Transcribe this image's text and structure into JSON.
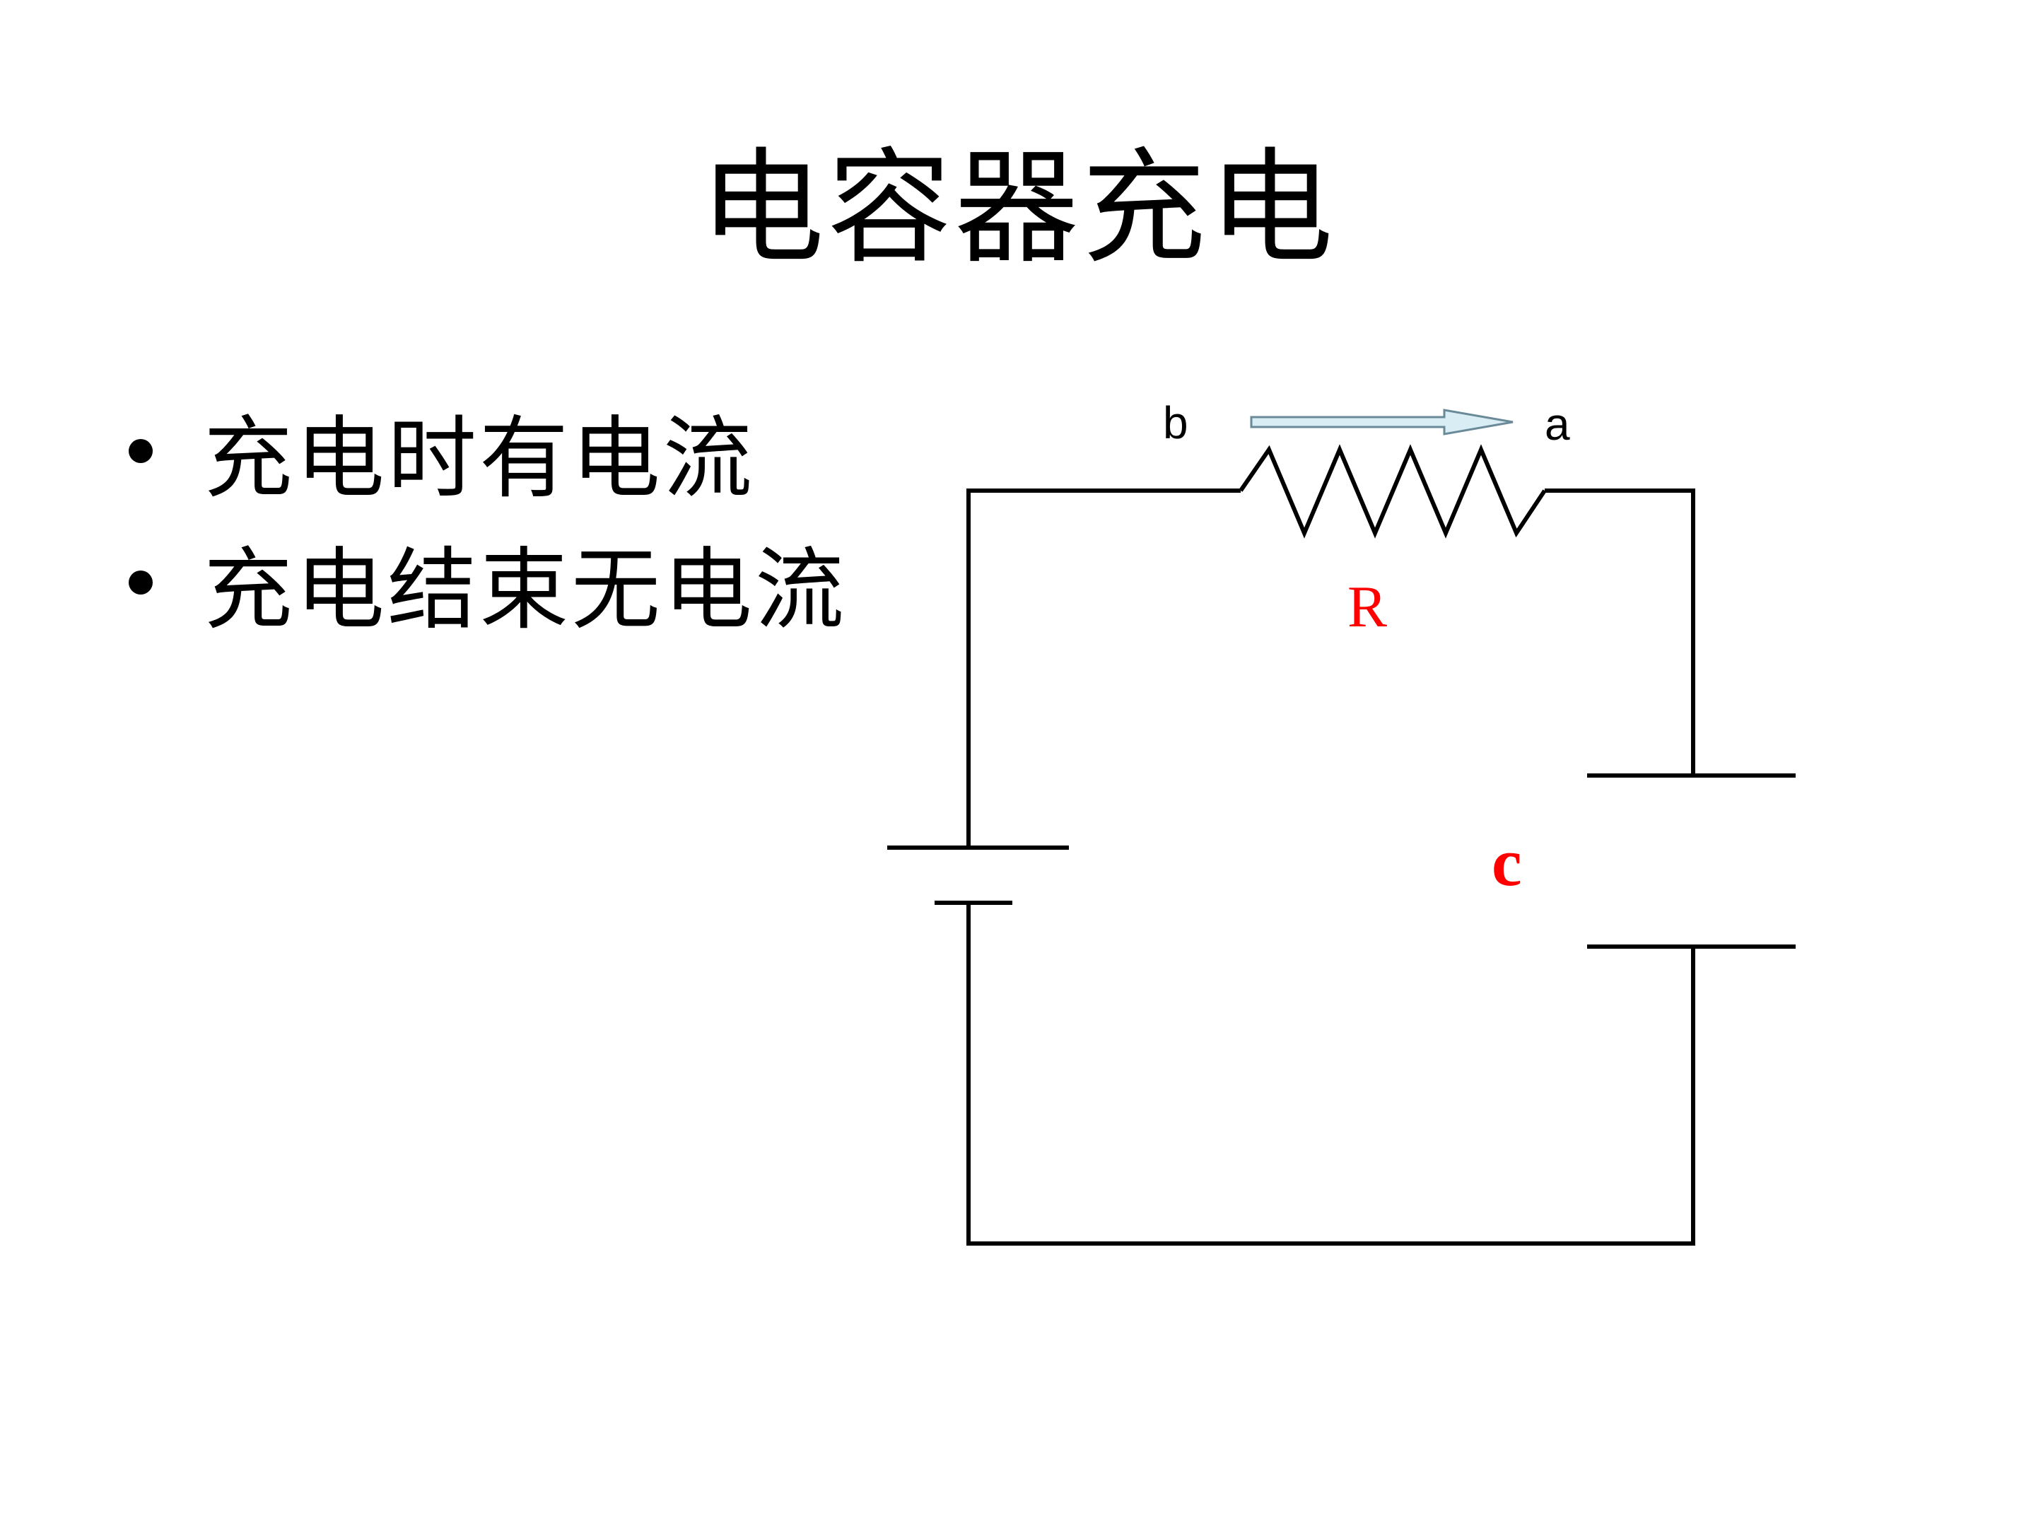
{
  "slide": {
    "title": "电容器充电",
    "bullets": [
      "充电时有电流",
      "充电结束无电流"
    ]
  },
  "diagram": {
    "node_b": "b",
    "node_a": "a",
    "resistor_label": "R",
    "capacitor_label": "c",
    "colors": {
      "wire": "#000000",
      "component_label": "#ff0000",
      "arrow_fill": "#d9eef4",
      "arrow_stroke": "#6a8a9a"
    }
  }
}
